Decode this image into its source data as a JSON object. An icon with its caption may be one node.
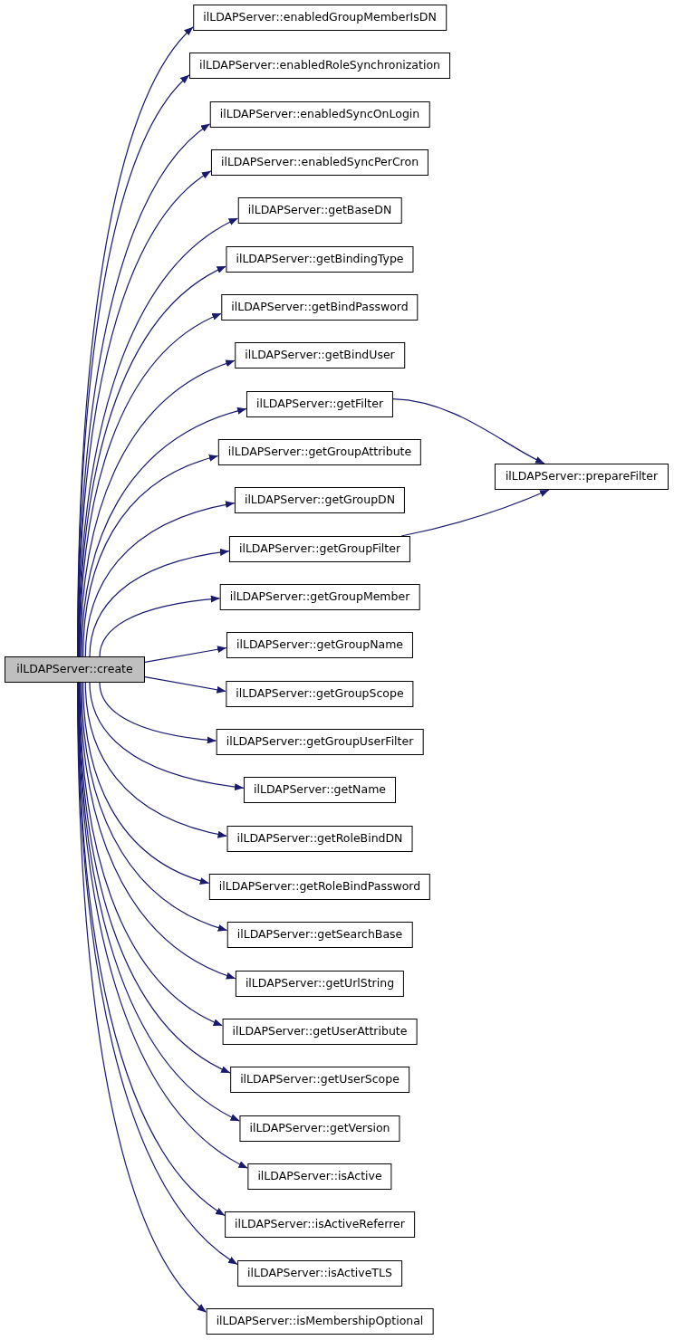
{
  "diagram": {
    "nodes": [
      {
        "text": [
          "ilLDAPServer::create"
        ]
      },
      {
        "text": [
          "ilLDAPServer::enabledGroupMemberIsDN"
        ]
      },
      {
        "text": [
          "ilLDAPServer::enabledRoleSynchronization"
        ]
      },
      {
        "text": [
          "ilLDAPServer::enabledSyncOnLogin"
        ]
      },
      {
        "text": [
          "ilLDAPServer::enabledSyncPerCron"
        ]
      },
      {
        "text": [
          "ilLDAPServer::getBaseDN"
        ]
      },
      {
        "text": [
          "ilLDAPServer::getBindingType"
        ]
      },
      {
        "text": [
          "ilLDAPServer::getBindPassword"
        ]
      },
      {
        "text": [
          "ilLDAPServer::getBindUser"
        ]
      },
      {
        "text": [
          "ilLDAPServer::getFilter"
        ]
      },
      {
        "text": [
          "ilLDAPServer::getGroupAttribute"
        ]
      },
      {
        "text": [
          "ilLDAPServer::getGroupDN"
        ]
      },
      {
        "text": [
          "ilLDAPServer::getGroupFilter"
        ]
      },
      {
        "text": [
          "ilLDAPServer::getGroupMember"
        ]
      },
      {
        "text": [
          "ilLDAPServer::getGroupName"
        ]
      },
      {
        "text": [
          "ilLDAPServer::getGroupScope"
        ]
      },
      {
        "text": [
          "ilLDAPServer::getGroupUserFilter"
        ]
      },
      {
        "text": [
          "ilLDAPServer::getName"
        ]
      },
      {
        "text": [
          "ilLDAPServer::getRoleBindDN"
        ]
      },
      {
        "text": [
          "ilLDAPServer::getRoleBindPassword"
        ]
      },
      {
        "text": [
          "ilLDAPServer::getSearchBase"
        ]
      },
      {
        "text": [
          "ilLDAPServer::getUrlString"
        ]
      },
      {
        "text": [
          "ilLDAPServer::getUserAttribute"
        ]
      },
      {
        "text": [
          "ilLDAPServer::getUserScope"
        ]
      },
      {
        "text": [
          "ilLDAPServer::getVersion"
        ]
      },
      {
        "text": [
          "ilLDAPServer::isActive"
        ]
      },
      {
        "text": [
          "ilLDAPServer::isActiveReferrer"
        ]
      },
      {
        "text": [
          "ilLDAPServer::isActiveTLS"
        ]
      },
      {
        "text": [
          "ilLDAPServer::isMembershipOptional"
        ]
      },
      {
        "text": [
          "ilLDAPServer::prepareFilter"
        ]
      }
    ],
    "edges": [
      {
        "from": 0,
        "to": 1,
        "arrow": "to"
      },
      {
        "from": 0,
        "to": 2,
        "arrow": "to"
      },
      {
        "from": 0,
        "to": 3,
        "arrow": "to"
      },
      {
        "from": 0,
        "to": 4,
        "arrow": "to"
      },
      {
        "from": 0,
        "to": 5,
        "arrow": "to"
      },
      {
        "from": 0,
        "to": 6,
        "arrow": "to"
      },
      {
        "from": 0,
        "to": 7,
        "arrow": "to"
      },
      {
        "from": 0,
        "to": 8,
        "arrow": "to"
      },
      {
        "from": 0,
        "to": 9,
        "arrow": "to"
      },
      {
        "from": 0,
        "to": 10,
        "arrow": "to"
      },
      {
        "from": 0,
        "to": 11,
        "arrow": "to"
      },
      {
        "from": 0,
        "to": 12,
        "arrow": "to"
      },
      {
        "from": 0,
        "to": 13,
        "arrow": "to"
      },
      {
        "from": 0,
        "to": 14,
        "arrow": "to"
      },
      {
        "from": 0,
        "to": 15,
        "arrow": "to"
      },
      {
        "from": 0,
        "to": 16,
        "arrow": "to"
      },
      {
        "from": 0,
        "to": 17,
        "arrow": "to"
      },
      {
        "from": 0,
        "to": 18,
        "arrow": "to"
      },
      {
        "from": 0,
        "to": 19,
        "arrow": "to"
      },
      {
        "from": 0,
        "to": 20,
        "arrow": "to"
      },
      {
        "from": 0,
        "to": 21,
        "arrow": "to"
      },
      {
        "from": 0,
        "to": 22,
        "arrow": "to"
      },
      {
        "from": 0,
        "to": 23,
        "arrow": "to"
      },
      {
        "from": 0,
        "to": 24,
        "arrow": "to"
      },
      {
        "from": 0,
        "to": 25,
        "arrow": "to"
      },
      {
        "from": 0,
        "to": 26,
        "arrow": "to"
      },
      {
        "from": 0,
        "to": 27,
        "arrow": "to"
      },
      {
        "from": 0,
        "to": 28,
        "arrow": "to"
      },
      {
        "from": 9,
        "to": 29,
        "arrow": "to"
      },
      {
        "from": 12,
        "to": 29,
        "arrow": "to"
      }
    ]
  }
}
